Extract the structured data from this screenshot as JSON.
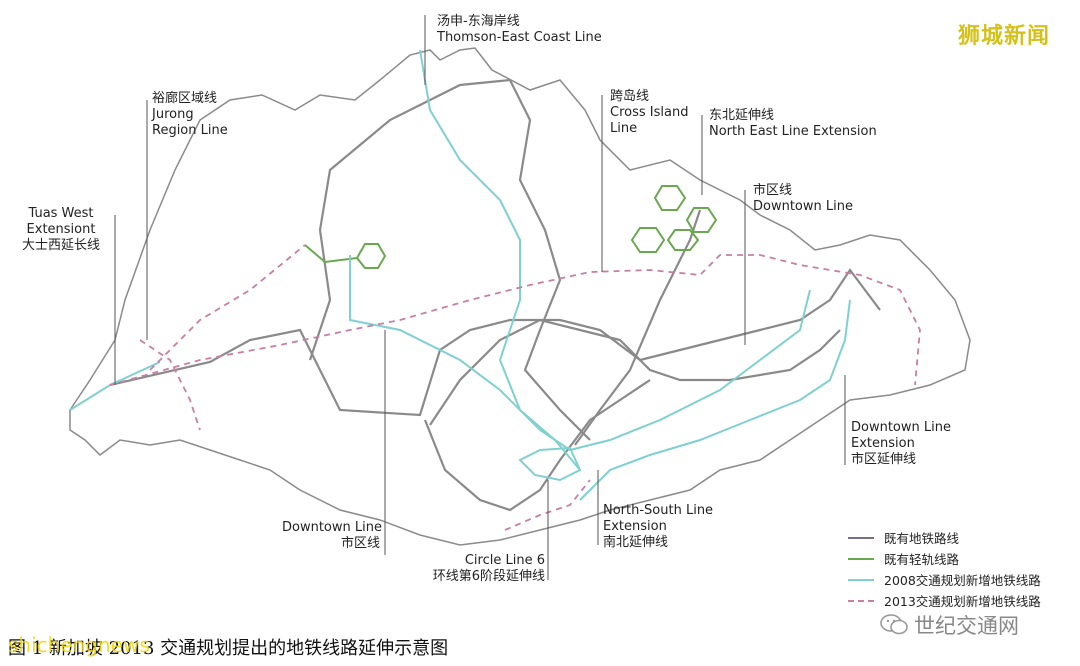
{
  "watermark_top": "狮城新闻",
  "labels": {
    "thomson": [
      "汤申-东海岸线",
      "Thomson-East Coast Line"
    ],
    "jurong": [
      "裕廊区域线",
      "Jurong",
      "Region Line"
    ],
    "cross_island": [
      "跨岛线",
      "Cross Island",
      "Line"
    ],
    "north_east": [
      "东北延伸线",
      "North East Line Extension"
    ],
    "downtown_top": [
      "市区线",
      "Downtown Line"
    ],
    "tuas": [
      "Tuas West",
      "Extensiont",
      "大士西延长线"
    ],
    "downtown_ext": [
      "Downtown Line",
      "Extension",
      "市区延伸线"
    ],
    "downtown_bottom": [
      "Downtown Line",
      "市区线"
    ],
    "ns_ext": [
      "North-South Line",
      "Extension",
      "南北延伸线"
    ],
    "circle": [
      "Circle Line 6",
      "环线第6阶段延伸线"
    ]
  },
  "legend": [
    {
      "label": "既有地铁路线",
      "color": "#7a6f7e",
      "style": "solid"
    },
    {
      "label": "既有轻轨线路",
      "color": "#6aa84f",
      "style": "solid"
    },
    {
      "label": "2008交通规划新增地铁线路",
      "color": "#7fd0d0",
      "style": "solid"
    },
    {
      "label": "2013交通规划新增地铁线路",
      "color": "#c77fa3",
      "style": "dashed"
    }
  ],
  "wechat_name": "世纪交通网",
  "caption": "图 1  新加坡 2013 交通规划提出的地铁线路延伸示意图",
  "overlay_watermark": "shichengnews",
  "colors": {
    "coast": "#8a8a8a",
    "existing_mrt": "#8a8a8a",
    "lrt": "#6aa84f",
    "plan2008": "#7fd0d0",
    "plan2013": "#c77fa3",
    "leader": "#555555"
  }
}
